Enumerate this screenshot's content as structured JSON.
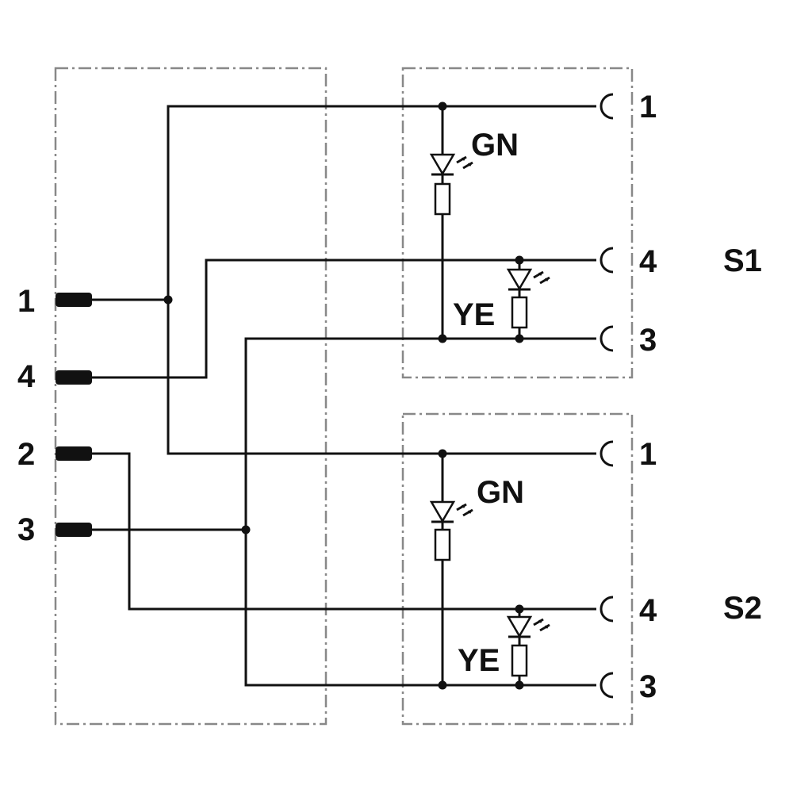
{
  "connector_pins": [
    {
      "label": "1"
    },
    {
      "label": "4"
    },
    {
      "label": "2"
    },
    {
      "label": "3"
    }
  ],
  "sensors": [
    {
      "name": "S1",
      "terminals": [
        {
          "label": "1"
        },
        {
          "label": "4"
        },
        {
          "label": "3"
        }
      ],
      "leds": [
        {
          "label": "GN"
        },
        {
          "label": "YE"
        }
      ]
    },
    {
      "name": "S2",
      "terminals": [
        {
          "label": "1"
        },
        {
          "label": "4"
        },
        {
          "label": "3"
        }
      ],
      "leds": [
        {
          "label": "GN"
        },
        {
          "label": "YE"
        }
      ]
    }
  ]
}
